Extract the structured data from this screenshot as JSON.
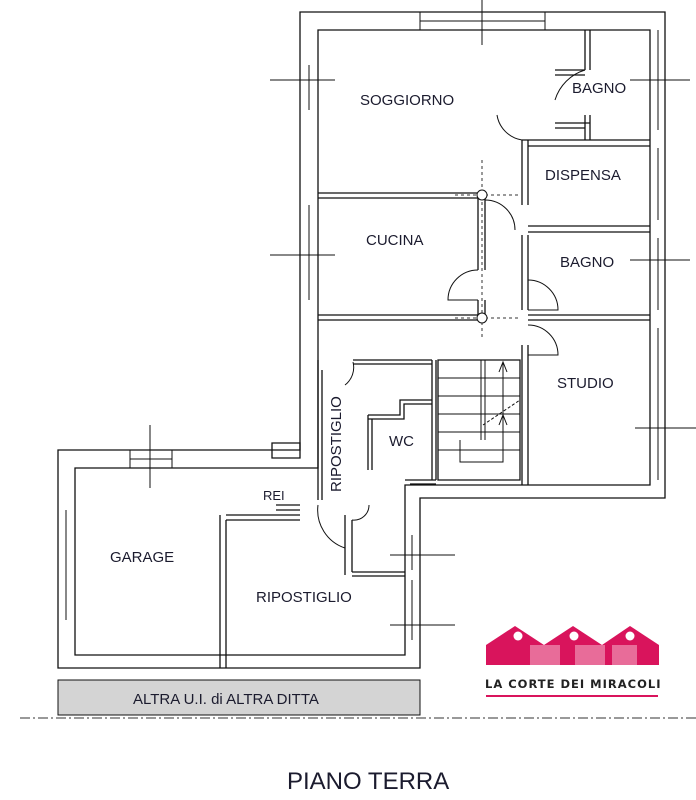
{
  "rooms": {
    "soggiorno": "SOGGIORNO",
    "bagno_1": "BAGNO",
    "dispensa": "DISPENSA",
    "cucina": "CUCINA",
    "bagno_2": "BAGNO",
    "studio": "STUDIO",
    "ripostiglio_1": "RIPOSTIGLIO",
    "wc": "WC",
    "rei": "REI",
    "garage": "GARAGE",
    "ripostiglio_2": "RIPOSTIGLIO"
  },
  "neighbour_strip": "ALTRA U.I. di ALTRA DITTA",
  "floor_title": "PIANO TERRA",
  "logo": {
    "text": "LA CORTE DEI MIRACOLI",
    "color": "#d9145c"
  }
}
